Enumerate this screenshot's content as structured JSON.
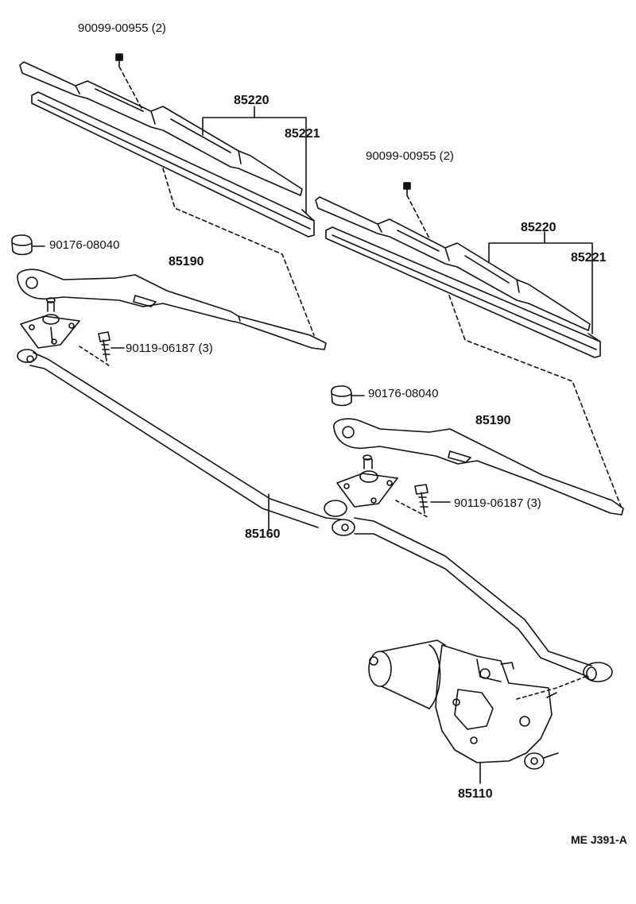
{
  "labels": {
    "blade_screw_left": "90099-00955 (2)",
    "blade_assy_left": "85220",
    "blade_rubber_left": "85221",
    "blade_screw_right": "90099-00955 (2)",
    "blade_assy_right": "85220",
    "blade_rubber_right": "85221",
    "cap_left": "90176-08040",
    "arm_left": "85190",
    "bolt_left": "90119-06187 (3)",
    "cap_right": "90176-08040",
    "arm_right": "85190",
    "bolt_right": "90119-06187 (3)",
    "link": "85160",
    "motor": "85110",
    "figure_code": "ME J391-A"
  },
  "colors": {
    "ink": "#111111",
    "background": "#ffffff"
  }
}
